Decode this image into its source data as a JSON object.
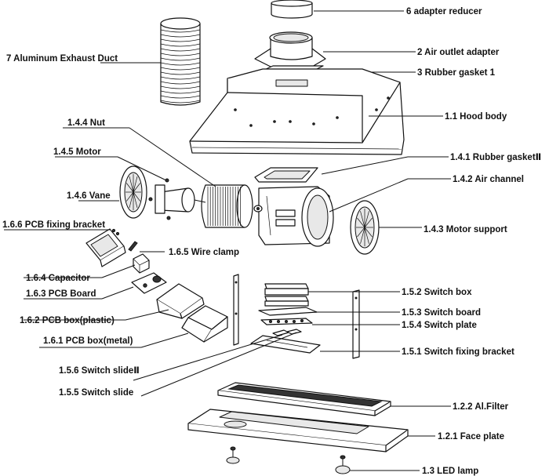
{
  "diagram": {
    "labels": {
      "p6": "6 adapter reducer",
      "p7": "7 Aluminum Exhaust Duct",
      "p2": "2 Air outlet adapter",
      "p3": "3 Rubber gasket 1",
      "p11": "1.1 Hood body",
      "p144": "1.4.4 Nut",
      "p145": "1.4.5 Motor",
      "p141": "1.4.1 Rubber gasketⅡ",
      "p142": "1.4.2 Air channel",
      "p146": "1.4.6 Vane",
      "p143": "1.4.3  Motor support",
      "p166": "1.6.6 PCB fixing bracket",
      "p165": "1.6.5 Wire clamp",
      "p164": "1.6.4 Capacitor",
      "p163": "1.6.3 PCB Board",
      "p162": "1.6.2 PCB box(plastic)",
      "p161": "1.6.1 PCB box(metal)",
      "p152": "1.5.2 Switch box",
      "p153": "1.5.3 Switch board",
      "p154": "1.5.4 Switch plate",
      "p151": "1.5.1 Switch fixing bracket",
      "p156": "1.5.6 Switch slideⅡ",
      "p155": "1.5.5 Switch slide",
      "p122": "1.2.2 Al.Filter",
      "p121": "1.2.1 Face plate",
      "p13": "1.3 LED lamp"
    }
  }
}
